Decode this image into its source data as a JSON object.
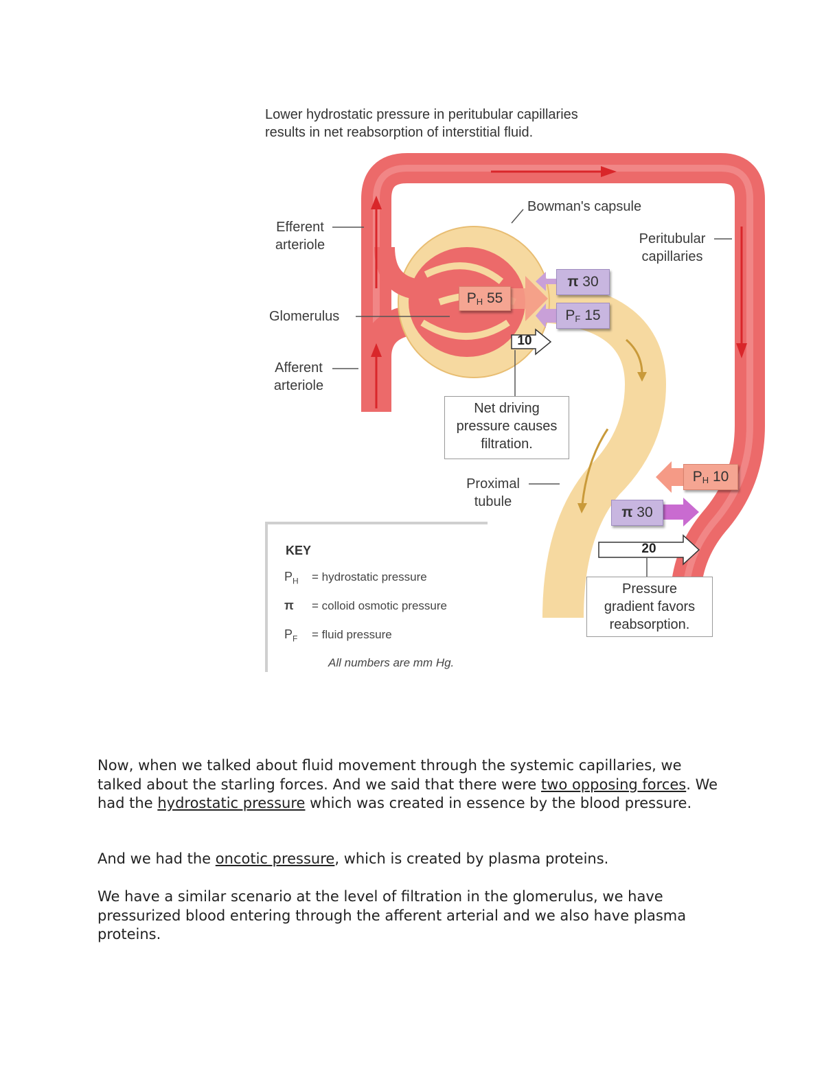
{
  "figure": {
    "caption_line1": "Lower hydrostatic pressure in peritubular capillaries",
    "caption_line2": "results in net reabsorption of interstitial fluid.",
    "labels": {
      "efferent_line1": "Efferent",
      "efferent_line2": "arteriole",
      "glomerulus": "Glomerulus",
      "afferent_line1": "Afferent",
      "afferent_line2": "arteriole",
      "bowmans": "Bowman's capsule",
      "peritubular_line1": "Peritubular",
      "peritubular_line2": "capillaries",
      "proximal_line1": "Proximal",
      "proximal_line2": "tubule"
    },
    "values": {
      "ph_glom_symbol": "P",
      "ph_glom_sub": "H",
      "ph_glom_value": "55",
      "pi_glom_symbol": "π",
      "pi_glom_value": "30",
      "pf_symbol": "P",
      "pf_sub": "F",
      "pf_value": "15",
      "net_glom": "10",
      "ph_peri_symbol": "P",
      "ph_peri_sub": "H",
      "ph_peri_value": "10",
      "pi_peri_symbol": "π",
      "pi_peri_value": "30",
      "net_peri": "20"
    },
    "net_box": {
      "line1": "Net driving",
      "line2": "pressure causes",
      "line3": "filtration."
    },
    "gradient_box": {
      "line1": "Pressure",
      "line2": "gradient favors",
      "line3": "reabsorption."
    },
    "key": {
      "title": "KEY",
      "ph_symbol": "P",
      "ph_sub": "H",
      "ph_text": "= hydrostatic pressure",
      "pi_symbol": "π",
      "pi_text": "= colloid osmotic pressure",
      "pf_symbol": "P",
      "pf_sub": "F",
      "pf_text": "= fluid pressure",
      "note": "All numbers are mm Hg."
    },
    "colors": {
      "vessel": "#ec6a6a",
      "vessel_dark": "#d94a4a",
      "tubule": "#f6d9a0",
      "tubule_edge": "#e8bd72",
      "arrow_red": "#d9262a",
      "arrow_tan": "#c99a3a",
      "purple": "#c8b6e0",
      "salmon": "#f5a592"
    }
  },
  "text": {
    "p1_a": "Now, when we talked about fluid movement through the systemic capillaries, we talked about the starling forces. And we said that there were ",
    "p1_u1": "two opposing forces",
    "p1_b": ". We had the ",
    "p1_u2": "hydrostatic pressure",
    "p1_c": " which was created in essence by the blood pressure.",
    "p2_a": "And we had the ",
    "p2_u": "oncotic pressure",
    "p2_b": ", which is created by plasma proteins.",
    "p3": "We have a similar scenario at the level of filtration in the glomerulus, we have pressurized blood entering through the afferent arterial and we also have plasma proteins."
  }
}
